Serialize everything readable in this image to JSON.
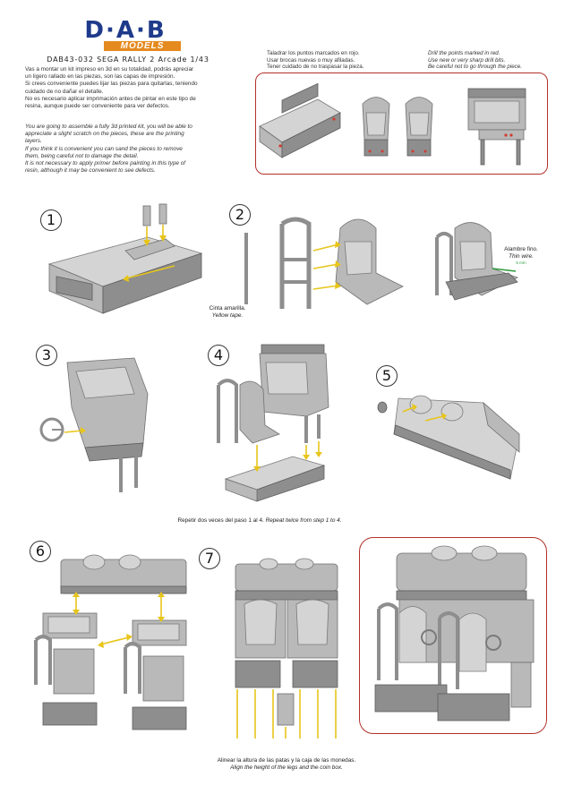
{
  "logo": {
    "brand": "D·A·B",
    "sub": "MODELS"
  },
  "title": "DAB43-032 SEGA RALLY 2 Arcade 1/43",
  "intro_es": [
    "Vas a montar un kit impreso en 3d en su totalidad, podrás apreciar",
    "un ligero rallado en las piezas, son las capas de impresión.",
    "Si crees conveniente puedes lijar las piezas para quitarlas, teniendo",
    "cuidado de no dañar el detalle.",
    "No es necesario aplicar imprimación antes de pintar en este tipo de",
    "resina, aunque puede ser conveniente para ver defectos."
  ],
  "intro_en": [
    "You are going to assemble a fully 3d printed kit, you will be able to",
    "appreciate a slight scratch on the pieces, these are the printing",
    "layers.",
    "If you think it is convenient you can sand the pieces to remove",
    "them, being careful not to damage the detail.",
    "It is not necessary to apply primer before painting in this type of",
    "resin, although it may be convenient to see defects."
  ],
  "drill_note_es": [
    "Taladrar los puntos marcados en rojo.",
    "Usar brocas nuevas o muy afiladas.",
    "Tener cuidado de no traspasar la pieza."
  ],
  "drill_note_en": [
    "Drill the points marked in red.",
    "Use new or very sharp drill bits.",
    "Be careful not to go through the piece."
  ],
  "steps": [
    "1",
    "2",
    "3",
    "4",
    "5",
    "6",
    "7"
  ],
  "step2": {
    "tape_es": "Cinta amarilla.",
    "tape_en": "Yellow tape.",
    "wire_es": "Alambre fino.",
    "wire_en": "Thin wire.",
    "wire_size": "5 mm"
  },
  "repeat_note_es": "Repetir dos veces del paso 1 al 4.",
  "repeat_note_en": "Repeat twice from step 1 to 4.",
  "align_note_es": "Alinear la altura de las patas y la caja de las monedas.",
  "align_note_en": "Align the height of the legs and the coin box.",
  "colors": {
    "brand_blue": "#1e3a8a",
    "brand_orange": "#e58a1f",
    "highlight_red": "#b1312a",
    "arrow_yellow": "#e8c51a"
  }
}
